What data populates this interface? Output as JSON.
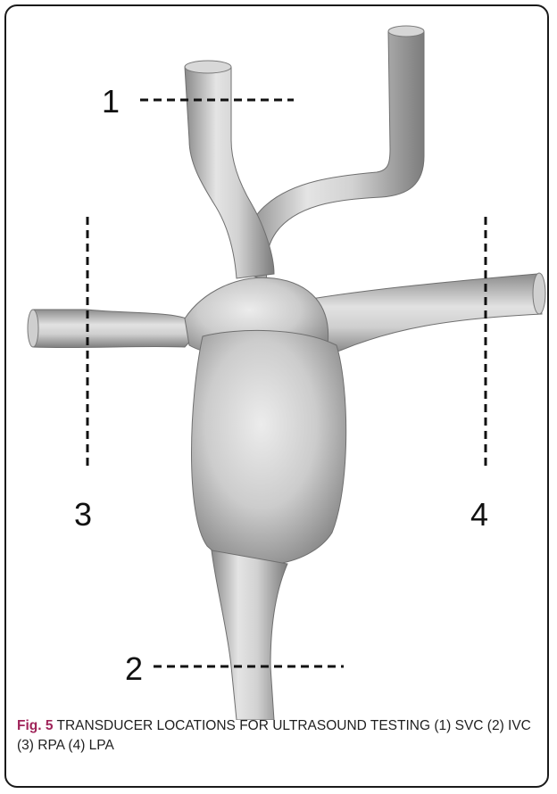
{
  "figure": {
    "markers": [
      {
        "id": "1",
        "label": "1"
      },
      {
        "id": "2",
        "label": "2"
      },
      {
        "id": "3",
        "label": "3"
      },
      {
        "id": "4",
        "label": "4"
      }
    ],
    "caption": {
      "label": "Fig. 5",
      "text": " TRANSDUCER LOCATIONS FOR ULTRASOUND TESTING (1) SVC (2) IVC (3) RPA (4) LPA"
    }
  },
  "colors": {
    "caption_label": "#a0255a",
    "vessel_light": "#e6e6e6",
    "vessel_mid": "#b8b8b8",
    "vessel_dark": "#7a7a7a",
    "dashed_line": "#111111"
  }
}
